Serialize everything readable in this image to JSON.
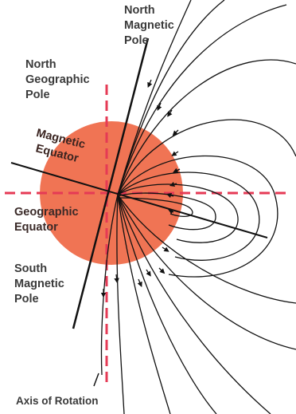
{
  "labels": {
    "north_magnetic_pole": [
      "North",
      "Magnetic",
      "Pole"
    ],
    "north_geographic_pole": [
      "North",
      "Geographic",
      "Pole"
    ],
    "magnetic_equator": [
      "Magnetic",
      "Equator"
    ],
    "geographic_equator": [
      "Geographic",
      "Equator"
    ],
    "south_magnetic_pole": [
      "South",
      "Magnetic",
      "Pole"
    ],
    "axis_of_rotation": "Axis of Rotation"
  },
  "colors": {
    "earth_fill": "#f07454",
    "axis_dash": "#e53a55",
    "field_line": "#111111",
    "label_text": "#3a3a3a"
  }
}
